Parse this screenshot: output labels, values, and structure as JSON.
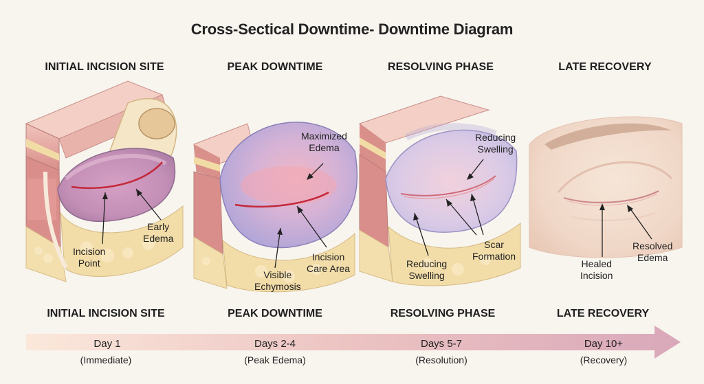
{
  "title": "Cross-Sectical Downtime- Downtime Diagram",
  "phases": [
    {
      "heading": "INITIAL INCISION SITE",
      "labels": [
        "Incision\nPoint",
        "Early\nEdema"
      ],
      "footer": "INITIAL INCISION SITE",
      "day": "Day 1",
      "detail": "(Immediate)"
    },
    {
      "heading": "PEAK DOWNTIME",
      "labels": [
        "Maximized\nEdema",
        "Visible\nEchymosis",
        "Incision\nCare Area"
      ],
      "footer": "PEAK DOWNTIME",
      "day": "Days 2-4",
      "detail": "(Peak Edema)"
    },
    {
      "heading": "RESOLVING PHASE",
      "labels": [
        "Reducing\nSwelling",
        "Reducing\nSwelling",
        "Scar\nFormation"
      ],
      "footer": "RESOLVING PHASE",
      "day": "Days 5-7",
      "detail": "(Resolution)"
    },
    {
      "heading": "LATE RECOVERY",
      "labels": [
        "Healed\nIncision",
        "Resolved\nEdema"
      ],
      "footer": "LATE RECOVERY",
      "day": "Day 10+",
      "detail": "(Recovery)"
    }
  ],
  "colors": {
    "background": "#f8f4ee",
    "skin": "#e9b3ab",
    "fat": "#f1dca5",
    "bruise": "#b9aee0",
    "incision": "#c4283a",
    "arrow_start": "#fbe4d6",
    "arrow_end": "#d9a8ba"
  }
}
